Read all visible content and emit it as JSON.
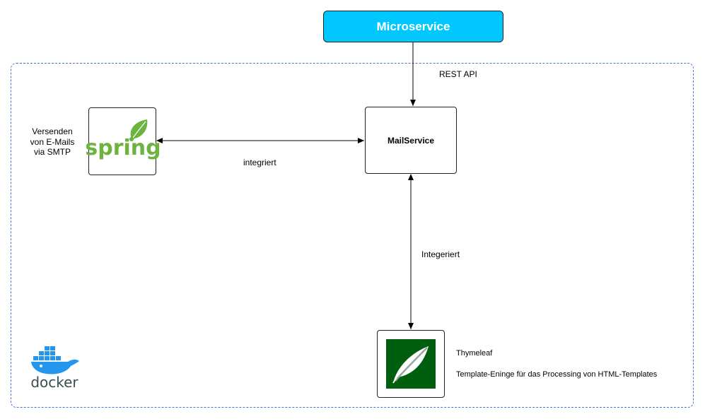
{
  "nodes": {
    "microservice": "Microservice",
    "mailservice": "MailService"
  },
  "labels": {
    "rest_api": "REST API",
    "integriert": "integriert",
    "integeriert": "Integeriert",
    "smtp_line1": "Versenden",
    "smtp_line2": "von E-Mails",
    "smtp_line3": "via SMTP",
    "thymeleaf_name": "Thymeleaf",
    "thymeleaf_desc": "Template-Eninge für das Processing von HTML-Templates"
  },
  "logos": {
    "spring_text": "spring",
    "docker_text": "docker"
  },
  "colors": {
    "microservice_fill": "#00c8ff",
    "container_border": "#4a6fd8",
    "spring_green": "#6db33f",
    "thymeleaf_green": "#005f0f",
    "docker_blue": "#2496ed"
  }
}
